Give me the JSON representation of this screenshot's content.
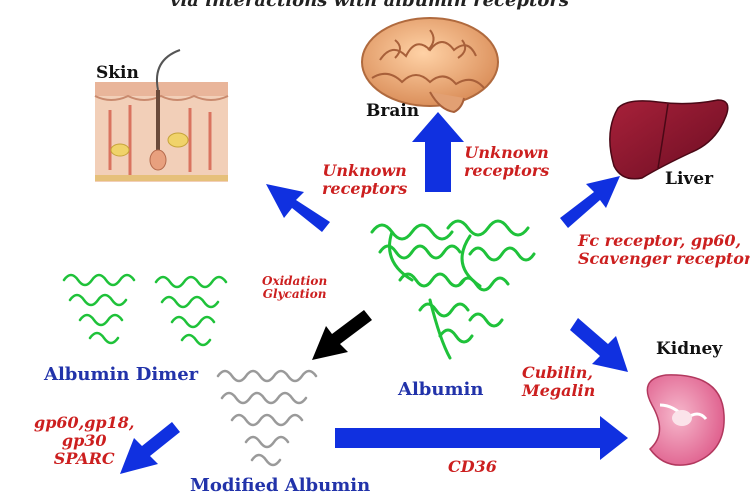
{
  "title_fragment": "via interactions with albumin receptors",
  "organs": {
    "skin": "Skin",
    "brain": "Brain",
    "liver": "Liver",
    "kidney": "Kidney"
  },
  "molecules": {
    "albumin": "Albumin",
    "dimer": "Albumin Dimer",
    "modified": "Modified Albumin"
  },
  "receptors": {
    "skin_line1": "Unknown",
    "skin_line2": "receptors",
    "brain_line1": "Unknown",
    "brain_line2": "receptors",
    "liver_line1": "Fc receptor, gp60,",
    "liver_line2": "Scavenger receptors",
    "kidney_line1": "Cubilin,",
    "kidney_line2": "Megalin",
    "modified_line1": "gp60,gp18,",
    "modified_line2": "gp30",
    "modified_line3": "SPARC",
    "cd36": "CD36"
  },
  "modifications": {
    "line1": "Oxidation",
    "line2": "Glycation"
  },
  "colors": {
    "arrow_blue": "#1030e0",
    "arrow_black": "#000000",
    "protein_green": "#1fc23a",
    "protein_gray": "#9a9a9a",
    "receptor_red": "#cc1f1f",
    "label_blue": "#2233aa"
  }
}
